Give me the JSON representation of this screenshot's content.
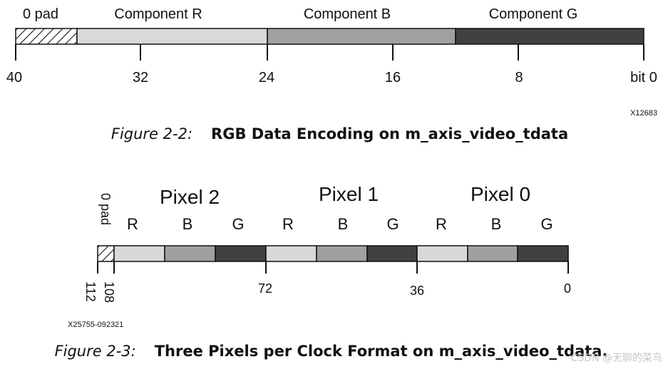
{
  "figure1": {
    "segments": [
      {
        "label": "0 pad",
        "fill": "hatch"
      },
      {
        "label": "Component R",
        "fill": "#d9d9d9"
      },
      {
        "label": "Component B",
        "fill": "#a0a0a0"
      },
      {
        "label": "Component G",
        "fill": "#404040"
      }
    ],
    "ticks": [
      "40",
      "32",
      "24",
      "16",
      "8",
      "bit 0"
    ],
    "code": "X12683",
    "caption_number": "Figure 2-2:",
    "caption_title": "RGB Data Encoding on m_axis_video_tdata"
  },
  "figure2": {
    "pad_label": "0 pad",
    "pixels": [
      "Pixel 2",
      "Pixel 1",
      "Pixel 0"
    ],
    "components": [
      "R",
      "B",
      "G",
      "R",
      "B",
      "G",
      "R",
      "B",
      "G"
    ],
    "component_colors": [
      "#d9d9d9",
      "#a0a0a0",
      "#404040"
    ],
    "ticks": [
      "112",
      "108",
      "72",
      "36",
      "0"
    ],
    "code": "X25755-092321",
    "caption_number": "Figure 2-3:",
    "caption_title": "Three Pixels per Clock Format on m_axis_video_tdata."
  },
  "watermark": "CSDN @无聊的菜鸟"
}
